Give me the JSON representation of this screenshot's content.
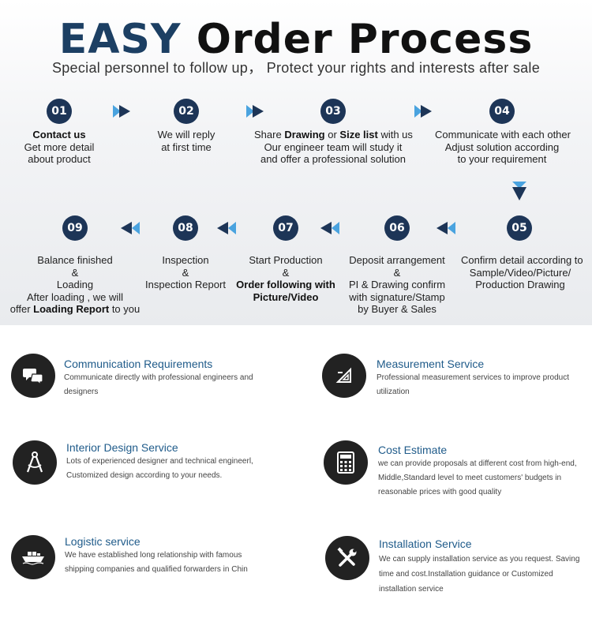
{
  "header": {
    "title_easy": "EASY",
    "title_rest": "Order Process",
    "subtitle": "Special personnel to follow up， Protect your rights and interests after sale"
  },
  "steps": [
    {
      "num": "01",
      "l1_b": "Contact us",
      "l2": "Get more detail",
      "l3": "about product"
    },
    {
      "num": "02",
      "l1": "We will reply",
      "l2": "at first time"
    },
    {
      "num": "03",
      "l1_a": "Share ",
      "l1_b": "Drawing",
      "l1_c": " or ",
      "l1_d": "Size list",
      "l1_e": " with us",
      "l2": "Our engineer team will study it",
      "l3": "and offer a professional solution"
    },
    {
      "num": "04",
      "l1": "Communicate with each other",
      "l2": "Adjust solution according",
      "l3": "to your requirement"
    },
    {
      "num": "05",
      "l1": "Confirm detail according to",
      "l2": "Sample/Video/Picture/",
      "l3": "Production Drawing"
    },
    {
      "num": "06",
      "l1": "Deposit arrangement",
      "l2": "&",
      "l3": "PI & Drawing confirm",
      "l4": "with signature/Stamp",
      "l5": "by Buyer & Sales"
    },
    {
      "num": "07",
      "l1": "Start Production",
      "l2": "&",
      "l3_b": "Order following with",
      "l4_b": "Picture/Video"
    },
    {
      "num": "08",
      "l1": "Inspection",
      "l2": "&",
      "l3": "Inspection Report"
    },
    {
      "num": "09",
      "l1": "Balance finished",
      "l2": "&",
      "l3": "Loading",
      "l4": "After loading , we will",
      "l5_a": "offer ",
      "l5_b": "Loading Report",
      "l5_c": " to you"
    }
  ],
  "services": [
    {
      "title": "Communication Requirements",
      "desc": "Communicate directly with professional engineers and designers",
      "icon": "chat-bubbles-icon"
    },
    {
      "title": "Measurement Service",
      "desc": "Professional measurement services to improve product utilization",
      "icon": "set-square-icon"
    },
    {
      "title": "Interior Design Service",
      "desc": "Lots of experienced designer and technical engineerl, Customized design according to your needs.",
      "icon": "compass-icon"
    },
    {
      "title": "Cost Estimate",
      "desc": "we can provide proposals at different cost from high-end, Middle,Standard level to meet customers' budgets in reasonable prices with good quality",
      "icon": "calculator-icon"
    },
    {
      "title": "Logistic service",
      "desc": "We have established long relationship with famous shipping companies and qualified forwarders in Chin",
      "icon": "cargo-ship-icon"
    },
    {
      "title": "Installation Service",
      "desc": "We can supply installation service as you request. Saving time and cost.Installation guidance or Customized installation service",
      "icon": "wrench-screwdriver-icon"
    }
  ],
  "colors": {
    "navy": "#1d3557",
    "arrow_light": "#4aa3df",
    "title_blue": "#1f5b8a"
  }
}
